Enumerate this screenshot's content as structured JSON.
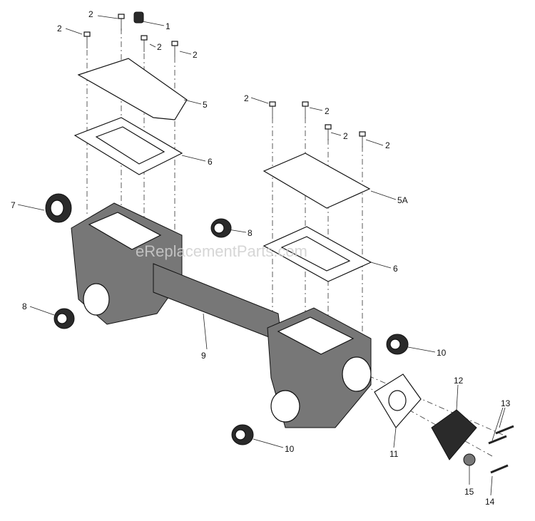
{
  "watermark": "eReplacementParts.com",
  "callouts": [
    {
      "id": "c1",
      "text": "1"
    },
    {
      "id": "c2a",
      "text": "2"
    },
    {
      "id": "c2b",
      "text": "2"
    },
    {
      "id": "c2c",
      "text": "2"
    },
    {
      "id": "c2d",
      "text": "2"
    },
    {
      "id": "c2e",
      "text": "2"
    },
    {
      "id": "c2f",
      "text": "2"
    },
    {
      "id": "c2g",
      "text": "2"
    },
    {
      "id": "c2h",
      "text": "2"
    },
    {
      "id": "c5",
      "text": "5"
    },
    {
      "id": "c5a",
      "text": "5A"
    },
    {
      "id": "c6a",
      "text": "6"
    },
    {
      "id": "c6b",
      "text": "6"
    },
    {
      "id": "c7",
      "text": "7"
    },
    {
      "id": "c8a",
      "text": "8"
    },
    {
      "id": "c8b",
      "text": "8"
    },
    {
      "id": "c9",
      "text": "9"
    },
    {
      "id": "c10a",
      "text": "10"
    },
    {
      "id": "c10b",
      "text": "10"
    },
    {
      "id": "c11",
      "text": "11"
    },
    {
      "id": "c12",
      "text": "12"
    },
    {
      "id": "c13",
      "text": "13"
    },
    {
      "id": "c14",
      "text": "14"
    },
    {
      "id": "c15",
      "text": "15"
    }
  ]
}
